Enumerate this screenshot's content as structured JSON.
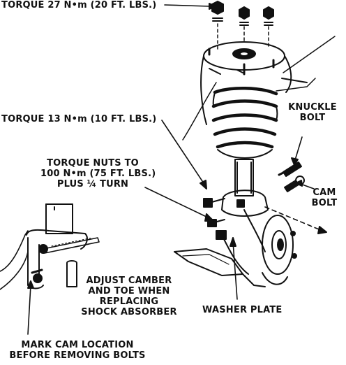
{
  "labels": {
    "torque_top": "TORQUE 27 N•m (20 FT. LBS.)",
    "torque_13": "TORQUE 13 N•m (10 FT. LBS.)",
    "torque_nuts_l1": "TORQUE NUTS TO",
    "torque_nuts_l2": "100 N•m (75 FT. LBS.)",
    "torque_nuts_l3": "PLUS ¼ TURN",
    "knuckle_l1": "KNUCKLE",
    "knuckle_l2": "BOLT",
    "cam_l1": "CAM",
    "cam_l2": "BOLT",
    "camber_l1": "ADJUST CAMBER",
    "camber_l2": "AND TOE WHEN",
    "camber_l3": "REPLACING",
    "camber_l4": "SHOCK ABSORBER",
    "washer_plate": "WASHER PLATE",
    "mark_l1": "MARK CAM LOCATION",
    "mark_l2": "BEFORE REMOVING BOLTS"
  }
}
